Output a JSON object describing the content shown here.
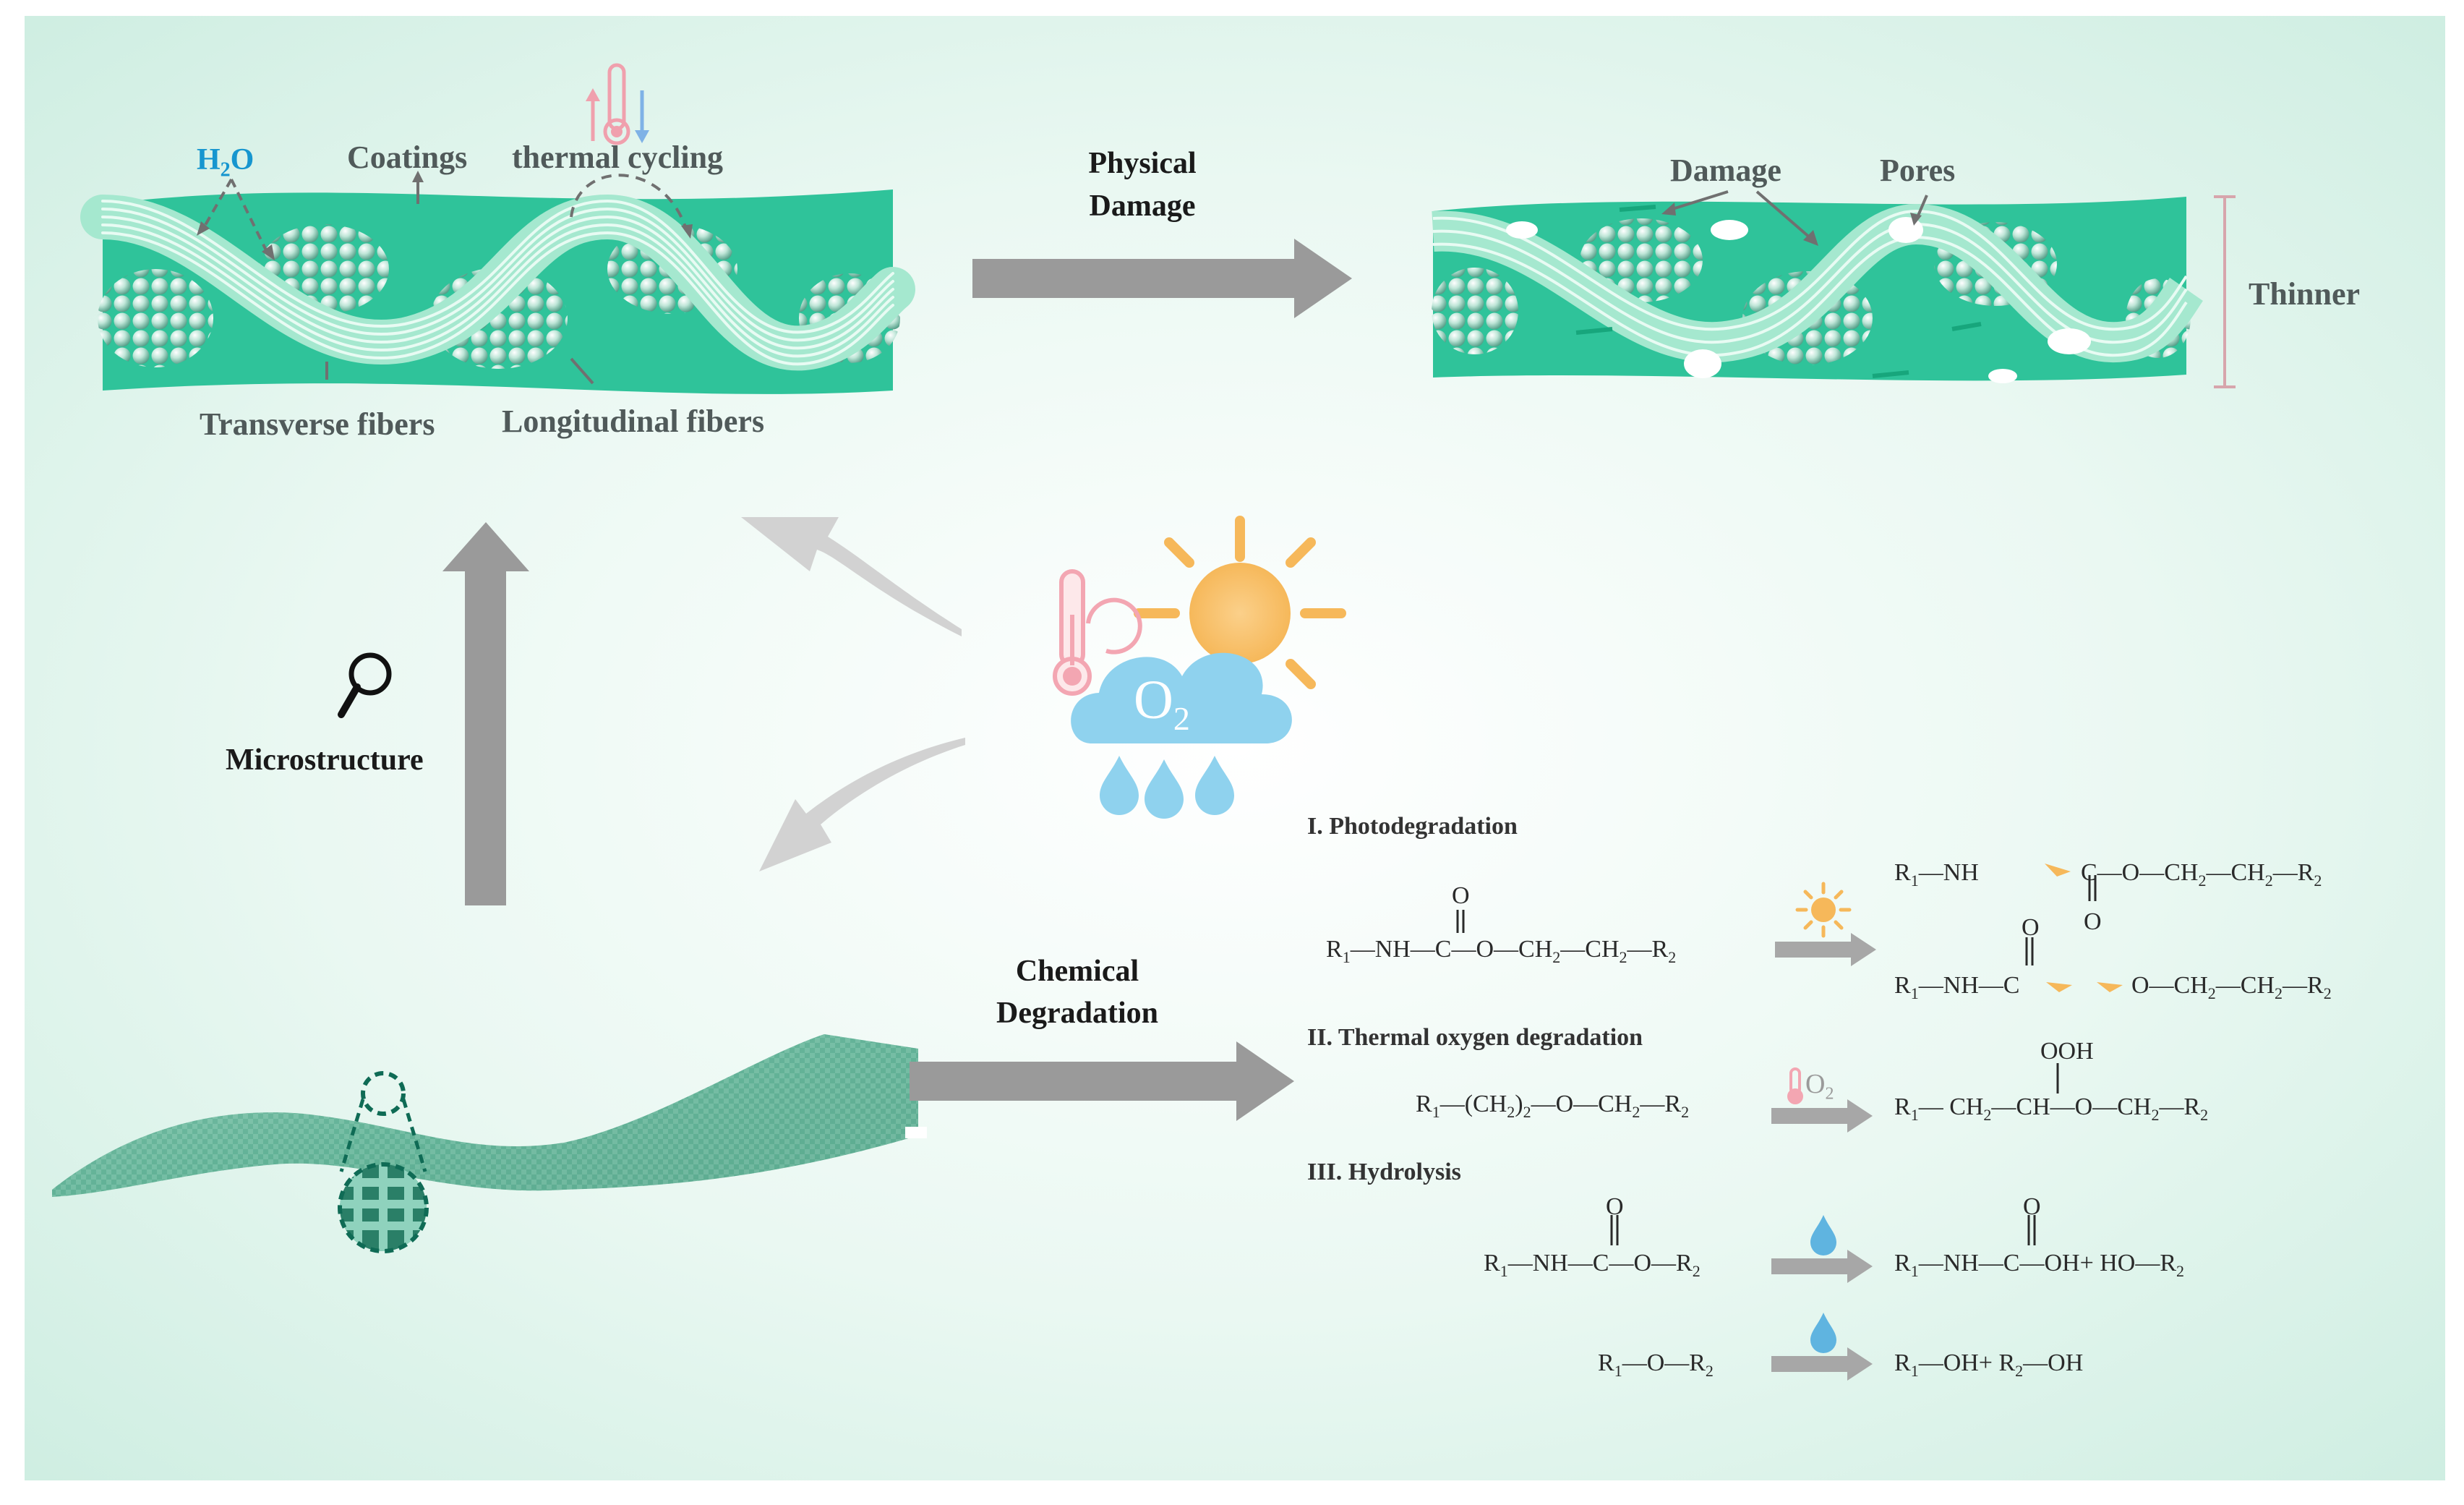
{
  "colors": {
    "background_center": "#ffffff",
    "background_edge": "#d6f2e8",
    "fabric_green": "#2fc39a",
    "fiber_light": "#a5e8cf",
    "arrow_gray": "#9a9a9a",
    "water_blue": "#1796cf",
    "sun_orange": "#f9c373",
    "cloud_blue": "#8fd2ee",
    "thermo_pink": "#f3a6b2"
  },
  "icons": [
    "magnifier-icon",
    "thermometer-icon",
    "sun-icon",
    "cloud-icon",
    "raindrop-icon"
  ],
  "top_left": {
    "h2o": {
      "h": "H",
      "sub": "2",
      "o": "O"
    },
    "coatings": "Coatings",
    "thermal_cycling": "thermal cycling",
    "transverse_fibers": "Transverse fibers",
    "longitudinal_fibers": "Longitudinal fibers"
  },
  "physical": {
    "line1": "Physical",
    "line2": "Damage"
  },
  "top_right": {
    "damage": "Damage",
    "pores": "Pores",
    "thinner": "Thinner"
  },
  "microstructure": "Microstructure",
  "cloud": {
    "o": "O",
    "sub": "2"
  },
  "chemical": {
    "line1": "Chemical",
    "line2": "Degradation"
  },
  "sections": {
    "photo": "I. Photodegradation",
    "thermal": "II. Thermal oxygen degradation",
    "hydro": "III. Hydrolysis"
  },
  "formulas": {
    "photo_reactant": {
      "r1": "R",
      "s1": "1",
      "body": "—NH—C—O—CH",
      "s2": "2",
      "body2": "—CH",
      "s3": "2",
      "body3": "—R",
      "s4": "2",
      "o_top": "O"
    },
    "photo_product1": {
      "r1": "R",
      "s1": "1",
      "body": "—NH",
      "c_part": "C—O—CH",
      "s2": "2",
      "body2": "—CH",
      "s3": "2",
      "body3": "—R",
      "s4": "2",
      "o_bottom": "O"
    },
    "photo_product2": {
      "r1": "R",
      "s1": "1",
      "body": "—NH—C",
      "o_part": "O—CH",
      "s2": "2",
      "body2": "—CH",
      "s3": "2",
      "body3": "—R",
      "s4": "2",
      "o_top": "O"
    },
    "thermal_reactant": {
      "r1": "R",
      "s1": "1",
      "body": "—(CH",
      "s2": "2",
      "body2": ")",
      "s3": "2",
      "body3": "—O—CH",
      "s4": "2",
      "body4": "—R",
      "s5": "2"
    },
    "thermal_product": {
      "r1": "R",
      "s1": "1",
      "body": "— CH",
      "s2": "2",
      "body2": "—CH—O—CH",
      "s3": "2",
      "body3": "—R",
      "s4": "2",
      "ooh": "OOH"
    },
    "hydro_reactant1": {
      "r1": "R",
      "s1": "1",
      "body": "—NH—C—O—R",
      "s2": "2",
      "o_top": "O"
    },
    "hydro_product1": {
      "r1": "R",
      "s1": "1",
      "body": "—NH—C—OH+ HO—R",
      "s2": "2",
      "o_top": "O"
    },
    "hydro_reactant2": {
      "r1": "R",
      "s1": "1",
      "body": "—O—R",
      "s2": "2"
    },
    "hydro_product2": {
      "r1": "R",
      "s1": "1",
      "body": "—OH+ R",
      "s2": "2",
      "body2": "—OH"
    }
  }
}
